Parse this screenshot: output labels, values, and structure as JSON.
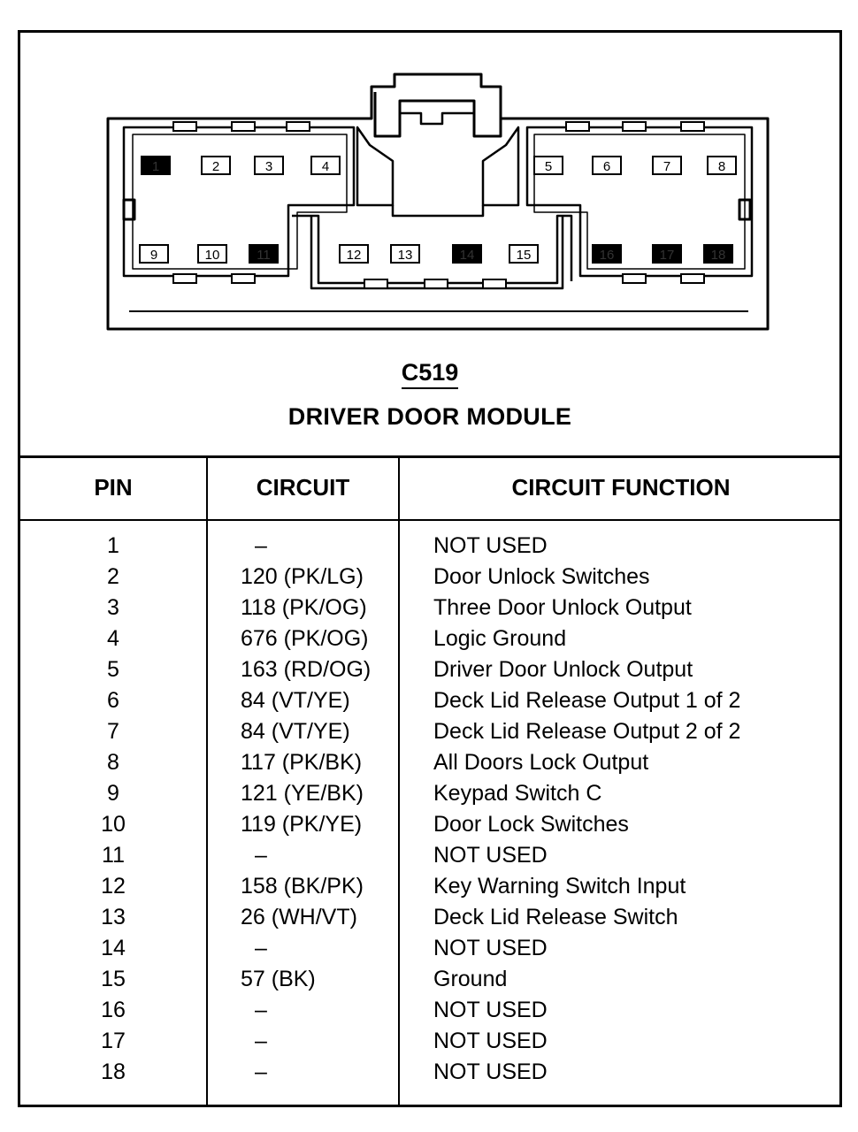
{
  "connector": {
    "id": "C519",
    "name": "DRIVER DOOR MODULE",
    "pins": [
      {
        "number": "1",
        "used": false
      },
      {
        "number": "2",
        "used": true
      },
      {
        "number": "3",
        "used": true
      },
      {
        "number": "4",
        "used": true
      },
      {
        "number": "5",
        "used": true
      },
      {
        "number": "6",
        "used": true
      },
      {
        "number": "7",
        "used": true
      },
      {
        "number": "8",
        "used": true
      },
      {
        "number": "9",
        "used": true
      },
      {
        "number": "10",
        "used": true
      },
      {
        "number": "11",
        "used": false
      },
      {
        "number": "12",
        "used": true
      },
      {
        "number": "13",
        "used": true
      },
      {
        "number": "14",
        "used": false
      },
      {
        "number": "15",
        "used": true
      },
      {
        "number": "16",
        "used": false
      },
      {
        "number": "17",
        "used": false
      },
      {
        "number": "18",
        "used": false
      }
    ]
  },
  "table": {
    "headers": {
      "pin": "PIN",
      "circuit": "CIRCUIT",
      "function": "CIRCUIT FUNCTION"
    },
    "rows": [
      {
        "pin": "1",
        "circuit": "–",
        "function": "NOT USED"
      },
      {
        "pin": "2",
        "circuit": "120 (PK/LG)",
        "function": "Door Unlock Switches"
      },
      {
        "pin": "3",
        "circuit": "118 (PK/OG)",
        "function": "Three Door Unlock Output"
      },
      {
        "pin": "4",
        "circuit": "676 (PK/OG)",
        "function": "Logic Ground"
      },
      {
        "pin": "5",
        "circuit": "163 (RD/OG)",
        "function": "Driver Door Unlock Output"
      },
      {
        "pin": "6",
        "circuit": "84 (VT/YE)",
        "function": "Deck Lid Release Output 1 of 2"
      },
      {
        "pin": "7",
        "circuit": "84 (VT/YE)",
        "function": "Deck Lid Release Output 2 of 2"
      },
      {
        "pin": "8",
        "circuit": "117 (PK/BK)",
        "function": "All Doors Lock Output"
      },
      {
        "pin": "9",
        "circuit": "121 (YE/BK)",
        "function": "Keypad Switch C"
      },
      {
        "pin": "10",
        "circuit": "119 (PK/YE)",
        "function": "Door Lock Switches"
      },
      {
        "pin": "11",
        "circuit": "–",
        "function": "NOT USED"
      },
      {
        "pin": "12",
        "circuit": "158 (BK/PK)",
        "function": "Key Warning Switch Input"
      },
      {
        "pin": "13",
        "circuit": "26 (WH/VT)",
        "function": "Deck Lid Release Switch"
      },
      {
        "pin": "14",
        "circuit": "–",
        "function": "NOT USED"
      },
      {
        "pin": "15",
        "circuit": "57 (BK)",
        "function": "Ground"
      },
      {
        "pin": "16",
        "circuit": "–",
        "function": "NOT USED"
      },
      {
        "pin": "17",
        "circuit": "–",
        "function": "NOT USED"
      },
      {
        "pin": "18",
        "circuit": "–",
        "function": "NOT USED"
      }
    ]
  },
  "colors": {
    "ink": "#000000",
    "paper": "#ffffff"
  }
}
